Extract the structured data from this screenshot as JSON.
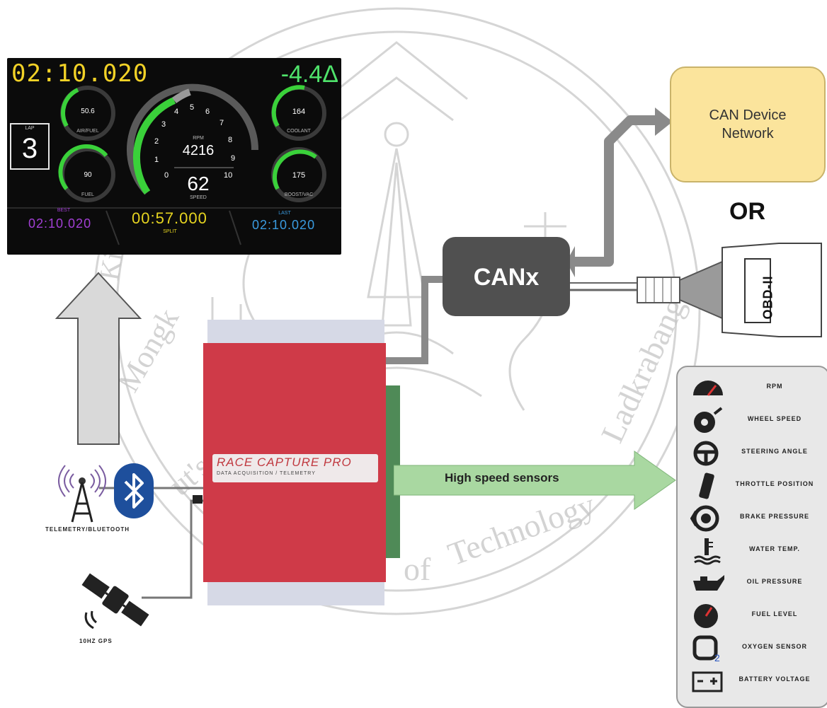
{
  "dashboard": {
    "lap_time": "02:10.020",
    "delta": "-4.4Δ",
    "lap_label": "LAP",
    "lap_number": "3",
    "rpm_label": "RPM",
    "rpm_value": "4216",
    "speed_value": "62",
    "speed_label": "SPEED",
    "rpm_ticks": [
      "0",
      "1",
      "2",
      "3",
      "4",
      "5",
      "6",
      "7",
      "8",
      "9",
      "10"
    ],
    "gauges": {
      "air_fuel": {
        "label": "AIR/FUEL",
        "value": "50.6"
      },
      "fuel": {
        "label": "FUEL",
        "value": "90"
      },
      "coolant": {
        "label": "COOLANT",
        "value": "164"
      },
      "boost": {
        "label": "BOOST/VAC",
        "value": "175"
      }
    },
    "best": {
      "label": "BEST",
      "value": "02:10.020",
      "color": "#a23fd4"
    },
    "split": {
      "label": "SPLIT",
      "value": "00:57.000",
      "color": "#e6d420"
    },
    "last": {
      "label": "LAST",
      "value": "02:10.020",
      "color": "#3a9be0"
    }
  },
  "race_capture": {
    "title": "RACE CAPTURE PRO",
    "subtitle": "DATA ACQUISITION / TELEMETRY"
  },
  "canx": {
    "label": "CANx"
  },
  "can_network": {
    "label": "CAN Device\nNetwork"
  },
  "or_label": "OR",
  "obd_label": "OBD-II",
  "high_speed_label": "High speed sensors",
  "telemetry_label": "Telemetry/Bluetooth",
  "gps_label": "10Hz GPS",
  "sensors": [
    {
      "name": "RPM",
      "icon": "tachometer-icon"
    },
    {
      "name": "WHEEL SPEED",
      "icon": "wheel-speed-icon"
    },
    {
      "name": "STEERING ANGLE",
      "icon": "steering-wheel-icon"
    },
    {
      "name": "THROTTLE POSITION",
      "icon": "throttle-pedal-icon"
    },
    {
      "name": "BRAKE PRESSURE",
      "icon": "brake-icon"
    },
    {
      "name": "WATER TEMP.",
      "icon": "thermometer-icon"
    },
    {
      "name": "OIL PRESSURE",
      "icon": "oil-can-icon"
    },
    {
      "name": "FUEL LEVEL",
      "icon": "fuel-gauge-icon"
    },
    {
      "name": "OXYGEN SENSOR",
      "icon": "oxygen-sensor-icon"
    },
    {
      "name": "BATTERY VOLTAGE",
      "icon": "battery-icon"
    }
  ],
  "colors": {
    "race_capture_red": "#cf3a48",
    "canx_gray": "#505050",
    "can_network_yellow": "#fbe49c",
    "sensor_arrow_green": "#a9d8a1",
    "bluetooth_blue": "#1e4f9c"
  }
}
